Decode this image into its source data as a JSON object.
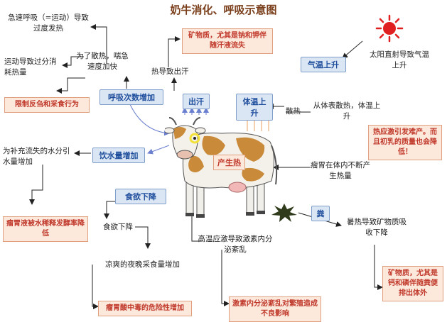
{
  "title": "奶牛消化、呼吸示意图",
  "left_column": {
    "t1": "急速呼吸（=运动）导致过度发热",
    "t2": "运动导致过分消耗热量",
    "t3": "为了散热，喘急速度加快",
    "r1": "限制反刍和采食行为",
    "b1": "呼吸次数增加",
    "t4": "为补充流失的水分引水量增加",
    "b2": "饮水量增加",
    "r2": "瘤胃液被水稀释发酵率降低",
    "b3": "食欲下降",
    "t5": "食欲下降",
    "t6": "凉爽的夜晚采食量增加",
    "r3": "瘤胃酸中毒的危险性增加"
  },
  "center": {
    "r_top": "矿物质，尤其是钠和钾伴随汗液流失",
    "t_sweat": "热导致出汗",
    "b_sweat": "出汗",
    "b_body": "体温上升",
    "cow_label": "产生热",
    "t_hormone": "高温应激导致激素内分泌紊乱",
    "r_hormone": "激素内分泌紊乱对繁殖造成不良影响"
  },
  "right_column": {
    "b_air": "气温上升",
    "t_sun": "太阳直射导致气温上升",
    "t_dissipate": "散热",
    "t_surface": "从体表散热，体温上升",
    "r_heat": "热应激引发难产。而且初乳的质量也会降低！",
    "t_rumen": "瘤胃在体内不断产生热量",
    "b_feces": "粪",
    "t_feces": "暑热导致矿物质吸收下降",
    "r_mineral": "矿物质，尤其是钙和磷伴随粪便排出体外"
  },
  "colors": {
    "blue_box": "#dbe6f5",
    "red_box": "#fde8dc",
    "red_text": "#c0392b",
    "blue_text": "#1f4e9c",
    "sun": "#e02020"
  }
}
